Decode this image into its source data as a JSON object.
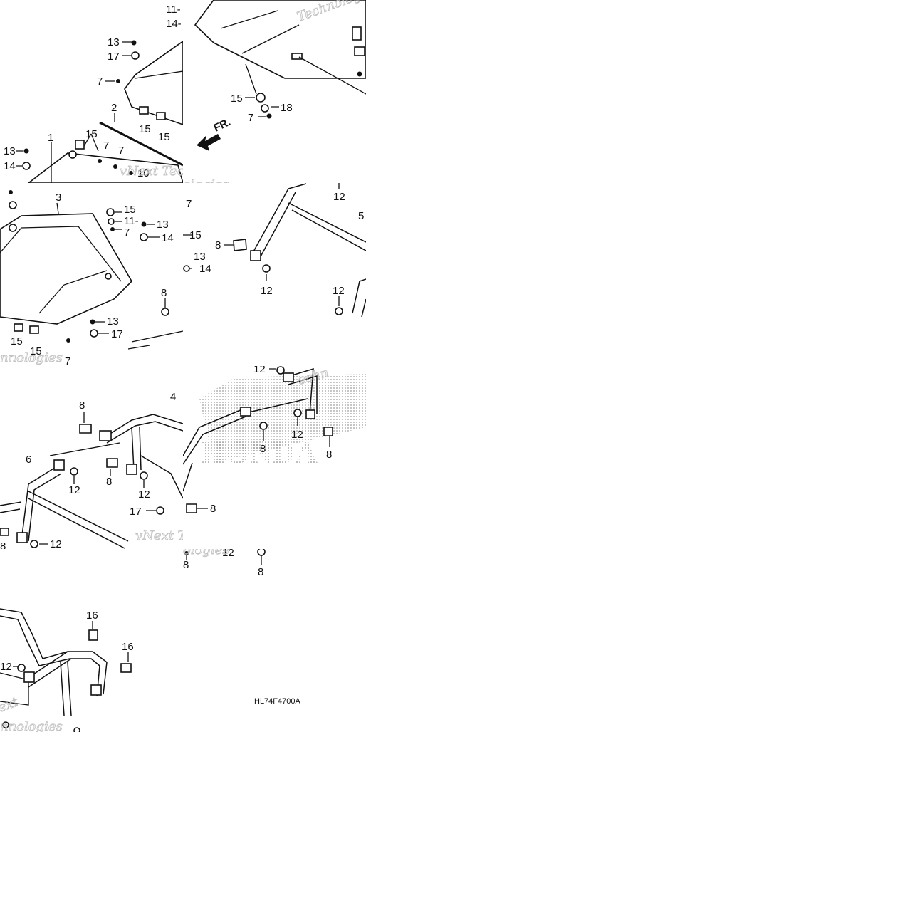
{
  "diagram": {
    "front_label": "FR.",
    "code": "HL74F4700A",
    "brand_watermark": "HONDA",
    "watermarks": [
      "Technologies",
      "vNext",
      "vNext Tec",
      "ologies",
      "ext",
      "nnologies",
      "echn"
    ],
    "callouts": [
      "1",
      "2",
      "3",
      "4",
      "5",
      "6",
      "7",
      "8",
      "10",
      "11",
      "12",
      "13",
      "14",
      "15",
      "16",
      "17",
      "18",
      "11-",
      "14-"
    ]
  }
}
